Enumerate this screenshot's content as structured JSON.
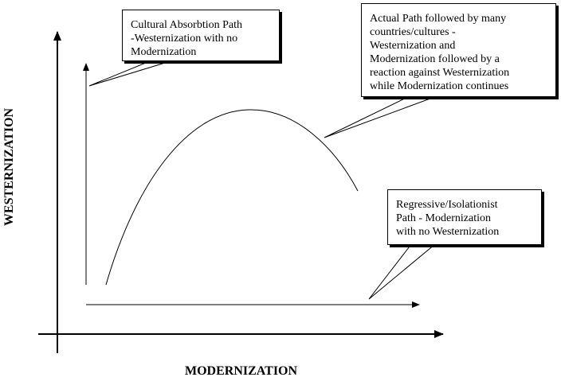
{
  "diagram": {
    "x_axis_label": "MODERNIZATION",
    "y_axis_label": "WESTERNIZATION",
    "paths": [
      {
        "id": "cultural-absorption",
        "lines": [
          "Cultural Absorbtion Path",
          "-Westernization with no",
          "Modernization"
        ]
      },
      {
        "id": "actual",
        "lines": [
          "Actual Path followed by many",
          "countries/cultures -",
          "Westernization and",
          "Modernization followed by a",
          "reaction against Westernization",
          "while Modernization continues"
        ]
      },
      {
        "id": "regressive",
        "lines": [
          "Regressive/Isolationist",
          "Path - Modernization",
          "with no Westernization"
        ]
      }
    ]
  }
}
